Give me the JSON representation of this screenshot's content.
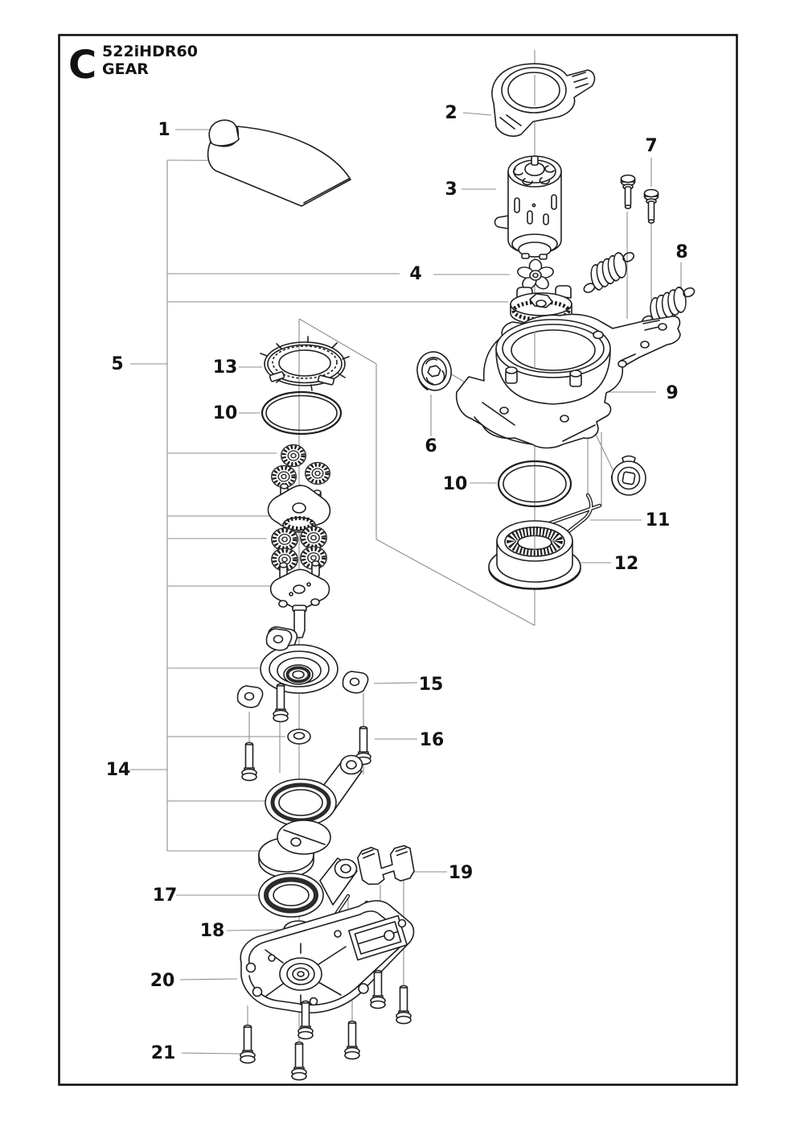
{
  "header": {
    "section_letter": "C",
    "model": "522iHDR60",
    "group_name": "GEAR"
  },
  "diagram": {
    "kind": "exploded-parts-diagram",
    "line_color": "#1f1f1f",
    "leader_color": "#8c8c8c",
    "background": "#ffffff"
  },
  "callouts": {
    "c1": {
      "number": "1",
      "target": "grease-tube"
    },
    "c2": {
      "number": "2",
      "target": "motor-cover-bracket"
    },
    "c3": {
      "number": "3",
      "target": "electric-motor"
    },
    "c4": {
      "number": "4",
      "target": "motor-coupling"
    },
    "c5": {
      "number": "5",
      "target": "planetary-gear-group"
    },
    "c6": {
      "number": "6",
      "target": "cam-disc"
    },
    "c7": {
      "number": "7",
      "target": "screws"
    },
    "c8": {
      "number": "8",
      "target": "springs"
    },
    "c9": {
      "number": "9",
      "target": "gear-housing"
    },
    "c10_left": {
      "number": "10",
      "target": "o-ring-left"
    },
    "c10_right": {
      "number": "10",
      "target": "o-ring-right"
    },
    "c11": {
      "number": "11",
      "target": "bent-wire-retainer"
    },
    "c12": {
      "number": "12",
      "target": "splined-bushing"
    },
    "c13": {
      "number": "13",
      "target": "lock-ring"
    },
    "c14": {
      "number": "14",
      "target": "bearing-eccentric-group"
    },
    "c15": {
      "number": "15",
      "target": "retainer-plates"
    },
    "c16": {
      "number": "16",
      "target": "plate-screws"
    },
    "c17": {
      "number": "17",
      "target": "seal-ring-plate"
    },
    "c18": {
      "number": "18",
      "target": "washer"
    },
    "c19": {
      "number": "19",
      "target": "clamp-block"
    },
    "c20": {
      "number": "20",
      "target": "bottom-housing"
    },
    "c21": {
      "number": "21",
      "target": "housing-screws"
    }
  }
}
